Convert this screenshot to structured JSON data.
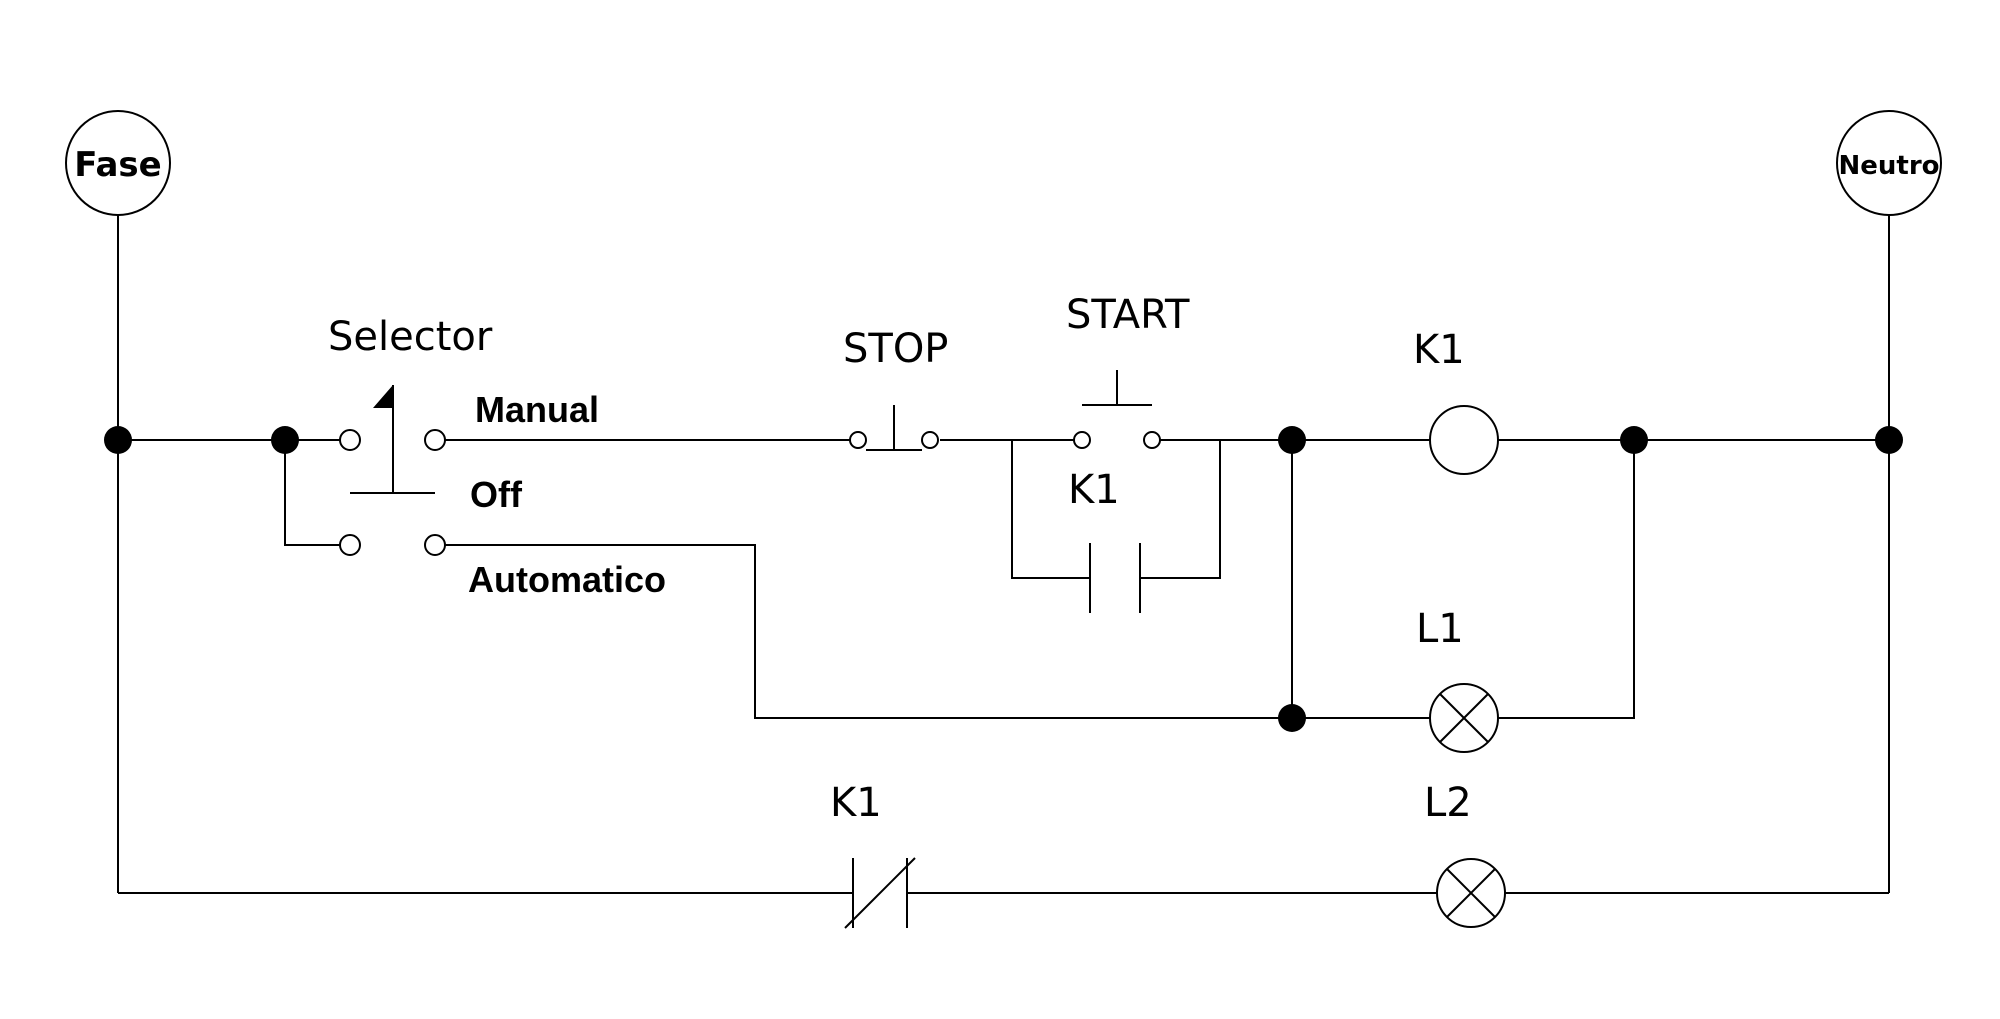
{
  "diagram": {
    "power": {
      "phase": "Fase",
      "neutral": "Neutro"
    },
    "selector": {
      "label": "Selector",
      "positions": [
        "Manual",
        "Off",
        "Automatico"
      ]
    },
    "stop": {
      "label": "STOP"
    },
    "start": {
      "label": "START"
    },
    "holding_contact": {
      "label": "K1"
    },
    "coil": {
      "label": "K1"
    },
    "lamp1": {
      "label": "L1"
    },
    "nc_contact": {
      "label": "K1"
    },
    "lamp2": {
      "label": "L2"
    }
  }
}
